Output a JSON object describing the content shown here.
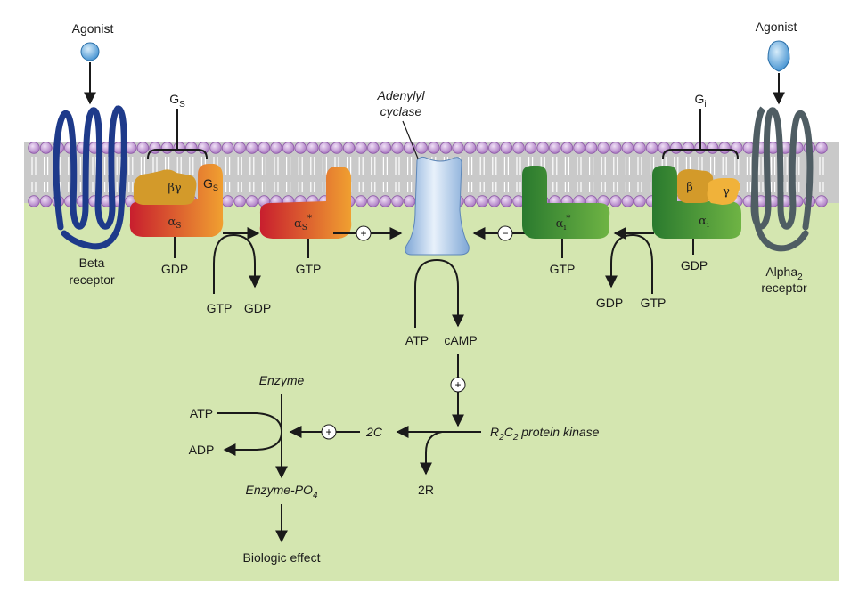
{
  "left": {
    "agonist_label": "Agonist",
    "receptor_line1": "Beta",
    "receptor_line2": "receptor",
    "g_protein": {
      "main": "G",
      "sub": "S"
    },
    "beta_gamma": "βγ",
    "alpha_s": {
      "main": "α",
      "sub": "S"
    },
    "alpha_s_active": {
      "main": "α",
      "sub": "S",
      "sup": "*"
    },
    "gdp_1": "GDP",
    "gtp_1": "GTP",
    "gtp_in": "GTP",
    "gdp_out": "GDP"
  },
  "center": {
    "cyclase_line1": "Adenylyl",
    "cyclase_line2": "cyclase",
    "stim_sign": "+",
    "inhib_sign": "−",
    "atp": "ATP",
    "camp": "cAMP",
    "plus_2": "+",
    "kinase": {
      "r": "R",
      "r_sub": "2",
      "c": "C",
      "c_sub": "2",
      "rest": " protein kinase"
    },
    "two_c": "2C",
    "two_r": "2R",
    "plus_3": "+",
    "enzyme": "Enzyme",
    "atp2": "ATP",
    "adp": "ADP",
    "enzyme_po4": {
      "main": "Enzyme-PO",
      "sub": "4"
    },
    "effect": "Biologic effect"
  },
  "right": {
    "agonist_label": "Agonist",
    "receptor_line1": {
      "main": "Alpha",
      "sub": "2"
    },
    "receptor_line2": "receptor",
    "g_protein": {
      "main": "G",
      "sub": "i"
    },
    "beta": "β",
    "gamma": "γ",
    "alpha_i": {
      "main": "α",
      "sub": "i"
    },
    "alpha_i_active": {
      "main": "α",
      "sub": "i",
      "sup": "*"
    },
    "gdp_1": "GDP",
    "gtp_1": "GTP",
    "gdp_out": "GDP",
    "gtp_in": "GTP"
  },
  "colors": {
    "cytoplasm": "#d4e6b0",
    "membrane": "#c9c9c9",
    "lipid_head": "#b98ccc",
    "beta_receptor": "#1e3a8a",
    "alpha_receptor": "#4f5d63",
    "gs_alpha_left": "#c81e2e",
    "gs_alpha_right": "#f0a030",
    "gi_alpha_dark": "#1f6e2a",
    "gi_alpha_light": "#7cc04a",
    "cyclase": "#a9c8ea",
    "agonist": "#5aa8e0"
  }
}
